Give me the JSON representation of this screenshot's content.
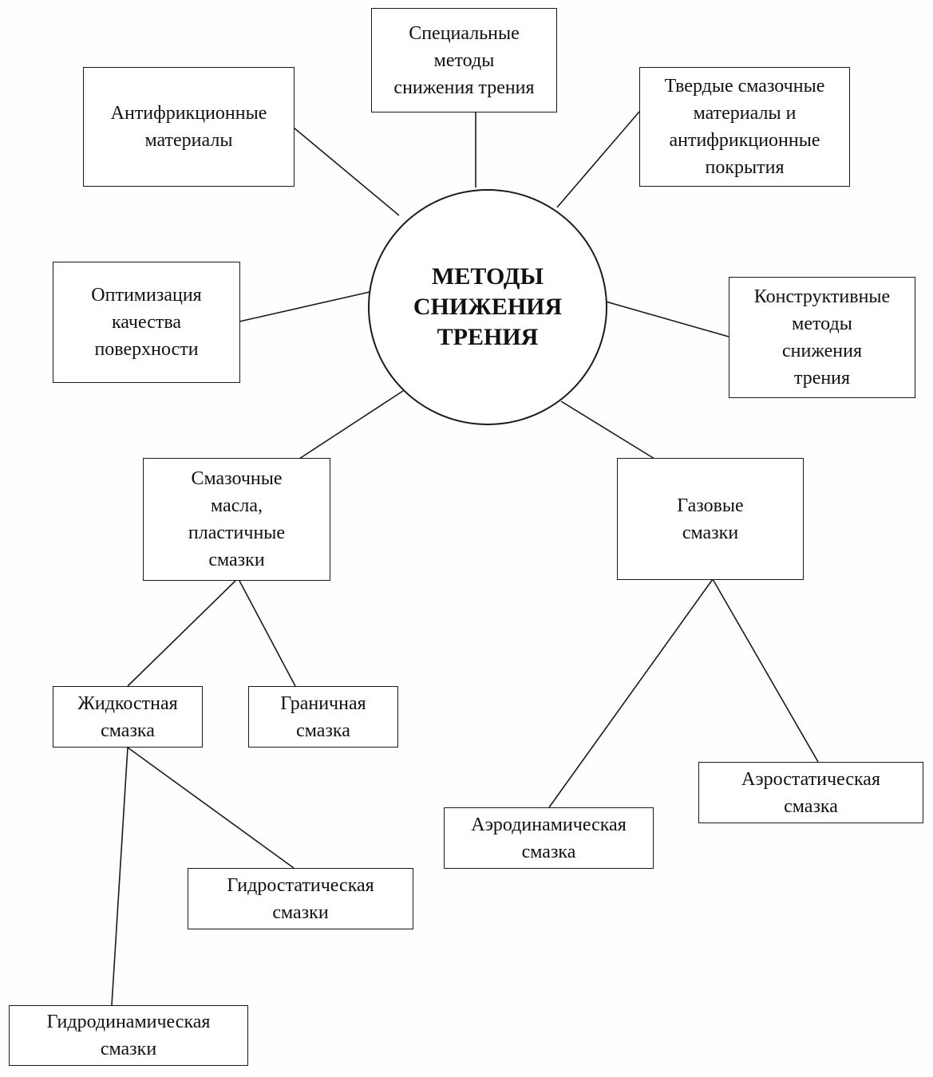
{
  "diagram": {
    "center": {
      "lines": [
        "МЕТОДЫ",
        "СНИЖЕНИЯ",
        "ТРЕНИЯ"
      ]
    },
    "nodes": {
      "special": {
        "lines": [
          "Специальные",
          "методы",
          "снижения трения"
        ]
      },
      "antifriction": {
        "lines": [
          "Антифрикционные",
          "материалы"
        ]
      },
      "solid_lubricants": {
        "lines": [
          "Твердые смазочные",
          "материалы и",
          "антифрикционные",
          "покрытия"
        ]
      },
      "surface": {
        "lines": [
          "Оптимизация",
          "качества",
          "поверхности"
        ]
      },
      "constructive": {
        "lines": [
          "Конструктивные",
          "методы",
          "снижения",
          "трения"
        ]
      },
      "oils": {
        "lines": [
          "Смазочные",
          "масла,",
          "пластичные",
          "смазки"
        ]
      },
      "gas": {
        "lines": [
          "Газовые",
          "смазки"
        ]
      },
      "liquid": {
        "lines": [
          "Жидкостная",
          "смазка"
        ]
      },
      "boundary": {
        "lines": [
          "Граничная",
          "смазка"
        ]
      },
      "hydrostatic": {
        "lines": [
          "Гидростатическая",
          "смазки"
        ]
      },
      "hydrodynamic": {
        "lines": [
          "Гидродинамическая",
          "смазки"
        ]
      },
      "aerodynamic": {
        "lines": [
          "Аэродинамическая",
          "смазка"
        ]
      },
      "aerostatic": {
        "lines": [
          "Аэростатическая",
          "смазка"
        ]
      }
    }
  }
}
